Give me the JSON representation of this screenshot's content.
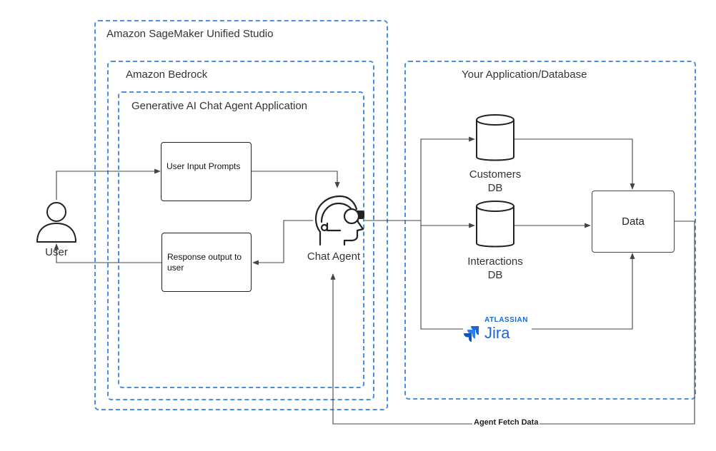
{
  "regions": {
    "sagemaker": "Amazon SageMaker Unified Studio",
    "bedrock": "Amazon Bedrock",
    "genai_app": "Generative AI Chat Agent Application",
    "your_app": "Your Application/Database"
  },
  "nodes": {
    "user": "User",
    "user_input": "User Input Prompts",
    "response_output": "Response output to user",
    "chat_agent": "Chat Agent",
    "customers_db_line1": "Customers",
    "customers_db_line2": "DB",
    "interactions_db_line1": "Interactions",
    "interactions_db_line2": "DB",
    "data": "Data",
    "jira_brand": "ATLASSIAN",
    "jira_name": "Jira"
  },
  "edges": {
    "agent_fetch": "Agent Fetch Data"
  },
  "colors": {
    "region_border": "#4a90e2",
    "line": "#444444",
    "jira_blue": "#1868db"
  }
}
